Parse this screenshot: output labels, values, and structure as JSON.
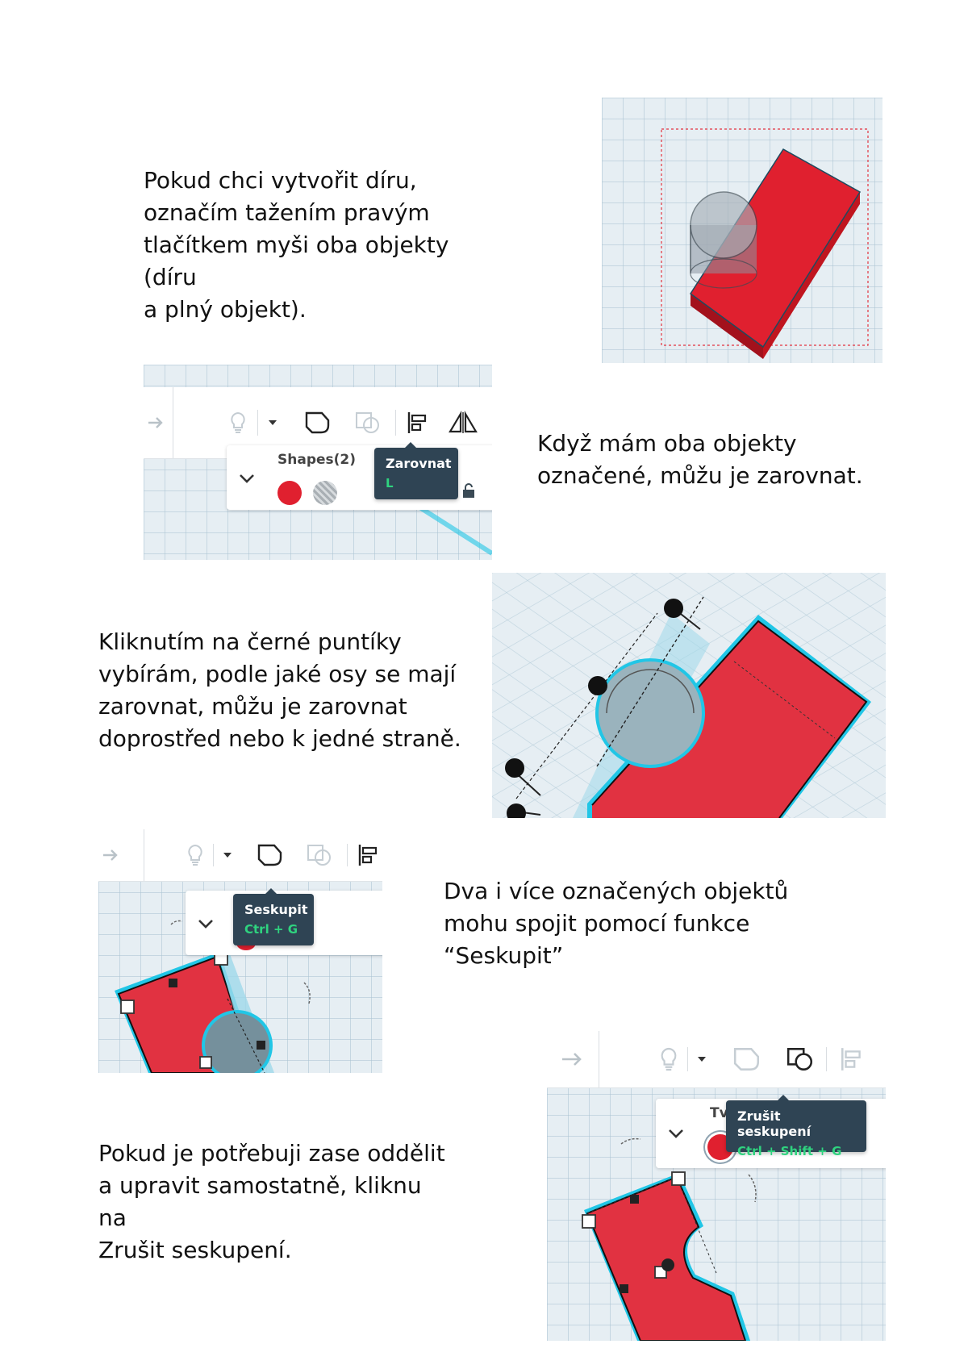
{
  "sections": {
    "p1": [
      "Pokud chci vytvořit díru,",
      "označím tažením pravým",
      "tlačítkem myši oba objekty (díru",
      "a plný objekt)."
    ],
    "p2": [
      "Když mám oba objekty",
      "označené, můžu je zarovnat."
    ],
    "p3": [
      "Kliknutím na černé puntíky",
      "vybírám, podle jaké osy se mají",
      "zarovnat, můžu je zarovnat",
      "doprostřed nebo k jedné straně."
    ],
    "p4": [
      "Dva i více označených objektů",
      "mohu spojit pomocí funkce",
      "“Seskupit”"
    ],
    "p5": [
      "Pokud je potřebuji zase oddělit",
      "a upravit samostatně, kliknu na",
      "Zrušit seskupení."
    ]
  },
  "screens": {
    "align": {
      "shapes_label": "Shapes(2)",
      "tooltip_title": "Zarovnat",
      "tooltip_shortcut": "L"
    },
    "group": {
      "tooltip_title": "Seskupit",
      "tooltip_shortcut": "Ctrl + G"
    },
    "ungroup": {
      "card_label": "Tva",
      "tooltip_title": "Zrušit seskupení",
      "tooltip_shortcut": "Ctrl + Shift + G"
    }
  },
  "colors": {
    "solid_red": "#e0202f",
    "tooltip_bg": "#2f4454",
    "shortcut_green": "#2fd37f",
    "selection_cyan": "#21c6e6"
  },
  "icons": [
    "redo-arrow-icon",
    "lightbulb-icon",
    "chevron-down-icon",
    "group-icon",
    "ungroup-icon",
    "align-icon",
    "mirror-icon",
    "lock-icon",
    "collapse-chevron-icon"
  ]
}
